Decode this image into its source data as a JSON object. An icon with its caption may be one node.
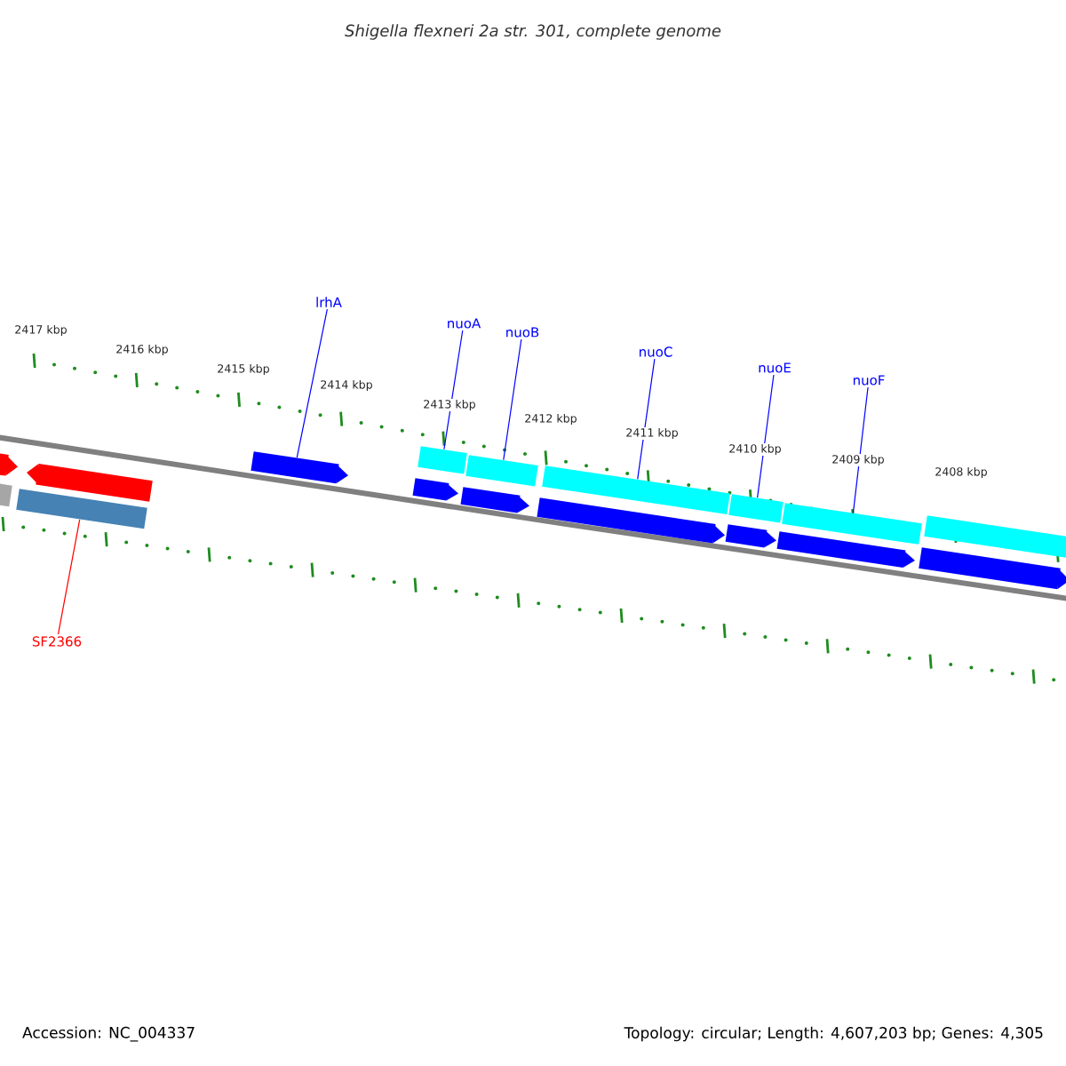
{
  "diagram": {
    "title": "Shigella flexneri 2a str. 301, complete genome",
    "nodes": [
      {
        "text": [
          "lrhA"
        ]
      },
      {
        "text": [
          "nuoA"
        ]
      },
      {
        "text": [
          "nuoB"
        ]
      },
      {
        "text": [
          "nuoC"
        ]
      },
      {
        "text": [
          "nuoE"
        ]
      },
      {
        "text": [
          "nuoF"
        ]
      },
      {
        "text": [
          "SF2366"
        ]
      },
      {
        "text": [],
        "shape": "box"
      },
      {
        "text": [],
        "shape": "bar"
      },
      {
        "text": [],
        "shape": "bar"
      },
      {
        "text": [],
        "shape": "box"
      },
      {
        "text": [],
        "shape": "box"
      },
      {
        "text": [],
        "shape": "box"
      },
      {
        "text": [],
        "shape": "bar"
      },
      {
        "text": [],
        "shape": "box"
      },
      {
        "text": [],
        "shape": "bar"
      },
      {
        "text": [],
        "shape": "box"
      },
      {
        "text": [],
        "shape": "bar"
      },
      {
        "text": [],
        "shape": "box"
      },
      {
        "text": [],
        "shape": "bar"
      },
      {
        "text": [],
        "shape": "box"
      },
      {
        "text": [],
        "shape": "bar"
      },
      {
        "text": [],
        "shape": "box"
      },
      {
        "text": [],
        "shape": "bar"
      }
    ],
    "edges": [
      {
        "from": 0,
        "to": 11,
        "arrow": "none"
      },
      {
        "from": 1,
        "to": 13,
        "arrow": "none"
      },
      {
        "from": 2,
        "to": 15,
        "arrow": "none"
      },
      {
        "from": 3,
        "to": 17,
        "arrow": "none"
      },
      {
        "from": 4,
        "to": 19,
        "arrow": "none"
      },
      {
        "from": 5,
        "to": 21,
        "arrow": "none"
      },
      {
        "from": 6,
        "to": 9,
        "arrow": "none",
        "color": "#ff0000"
      }
    ],
    "labels": [
      "2417 kbp",
      "2416 kbp",
      "2415 kbp",
      "2414 kbp",
      "2413 kbp",
      "2412 kbp",
      "2411 kbp",
      "2410 kbp",
      "2409 kbp",
      "2408 kbp",
      "Accession: NC_004337",
      "Topology: circular; Length: 4,607,203 bp; Genes: 4,305"
    ]
  }
}
